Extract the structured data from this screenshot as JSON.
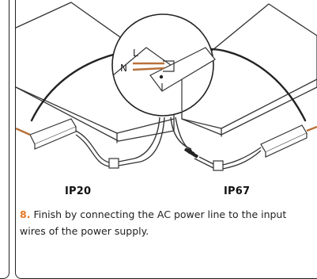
{
  "illustration": {
    "wire_labels": {
      "live": "L",
      "neutral": "N"
    }
  },
  "labels": {
    "left_driver": "IP20",
    "right_driver": "IP67"
  },
  "instruction": {
    "step_number": "8.",
    "text": "Finish by connecting the AC power line to the input wires of the power supply."
  },
  "colors": {
    "accent": "#e87722",
    "wire_brown": "#b8713a",
    "line": "#333333"
  }
}
